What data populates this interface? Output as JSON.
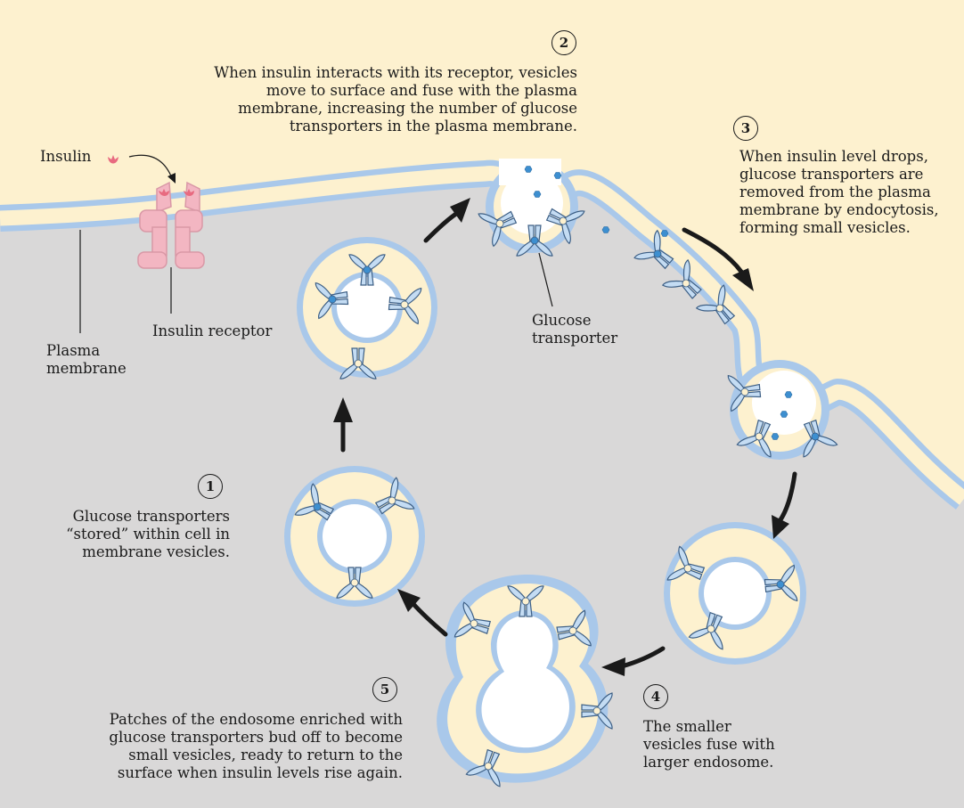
{
  "labels": {
    "insulin": "Insulin",
    "insulin_receptor": "Insulin receptor",
    "plasma_membrane": [
      "Plasma",
      "membrane"
    ],
    "glucose_transporter": [
      "Glucose",
      "transporter"
    ]
  },
  "steps": [
    {
      "number": "1",
      "text": [
        "Glucose transporters",
        "“stored” within cell in",
        "membrane vesicles."
      ]
    },
    {
      "number": "2",
      "text": [
        "When insulin interacts with its receptor, vesicles",
        "move to surface and fuse with the plasma",
        "membrane, increasing the number of glucose",
        "transporters in the plasma membrane."
      ]
    },
    {
      "number": "3",
      "text": [
        "When insulin level drops,",
        "glucose transporters are",
        "removed from the plasma",
        "membrane by endocytosis,",
        "forming small vesicles."
      ]
    },
    {
      "number": "4",
      "text": [
        "The smaller",
        "vesicles fuse with",
        "larger endosome."
      ]
    },
    {
      "number": "5",
      "text": [
        "Patches of the endosome enriched with",
        "glucose transporters bud off to become",
        "small vesicles, ready to return to the",
        "surface when insulin levels rise again."
      ]
    }
  ],
  "colors": {
    "background": "#fdf1cf",
    "cytoplasm": "#d9d8d8",
    "membrane_edge": "#a9c8ea",
    "membrane_core": "#fdf1cf",
    "transporter": "#c4dcf3",
    "transporter_outline": "#3d5f85",
    "glucose": "#3d8fd0",
    "receptor": "#f3b6c2",
    "insulin": "#e86a80",
    "arrow": "#1a1a1a"
  }
}
